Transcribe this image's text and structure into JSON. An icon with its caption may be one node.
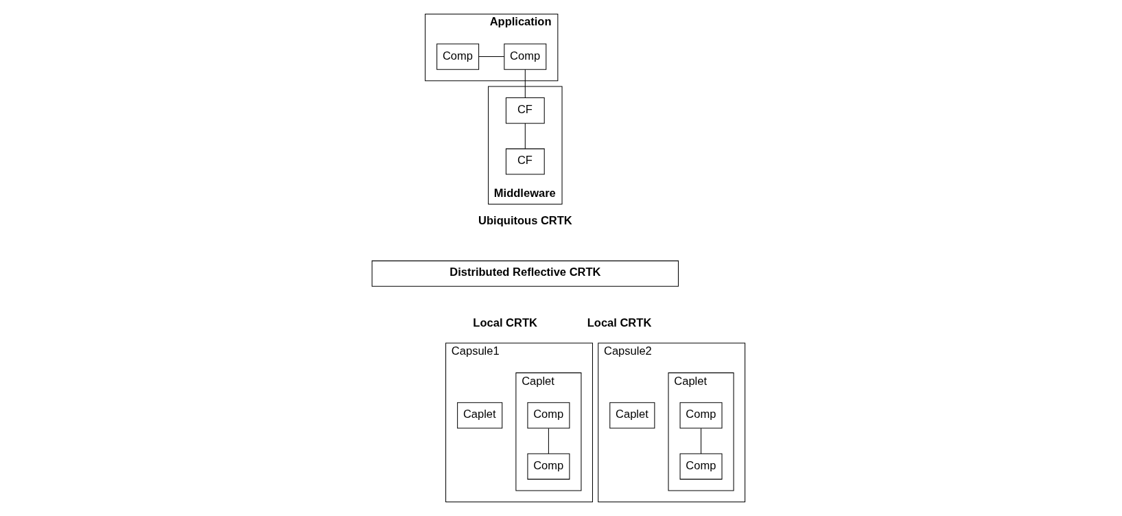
{
  "diagram": {
    "nodes": [
      {
        "text": [
          "Application"
        ]
      },
      {
        "text": [
          "Comp"
        ],
        "in": 0
      },
      {
        "text": [
          "Comp"
        ],
        "in": 0
      },
      {
        "text": [
          "Middleware"
        ]
      },
      {
        "text": [
          "CF"
        ],
        "in": 3
      },
      {
        "text": [
          "CF"
        ],
        "in": 3
      },
      {
        "text": [
          "Distributed Reflective CRTK"
        ]
      },
      {
        "text": [
          "Capsule1"
        ]
      },
      {
        "text": [
          "Caplet"
        ],
        "in": 7
      },
      {
        "text": [
          "Caplet"
        ],
        "in": 7
      },
      {
        "text": [
          "Comp"
        ],
        "in": 9
      },
      {
        "text": [
          "Comp"
        ],
        "in": 9
      },
      {
        "text": [
          "Capsule2"
        ]
      },
      {
        "text": [
          "Caplet"
        ],
        "in": 12
      },
      {
        "text": [
          "Caplet"
        ],
        "in": 12
      },
      {
        "text": [
          "Comp"
        ],
        "in": 14
      },
      {
        "text": [
          "Comp"
        ],
        "in": 14
      }
    ],
    "edges": [
      {
        "from": 1,
        "to": 2,
        "arrow": "none"
      },
      {
        "from": 2,
        "to": 4,
        "arrow": "none"
      },
      {
        "from": 4,
        "to": 5,
        "arrow": "none"
      },
      {
        "from": 10,
        "to": 11,
        "arrow": "none"
      },
      {
        "from": 15,
        "to": 16,
        "arrow": "none"
      }
    ],
    "labels": [
      "Ubiquitous CRTK",
      "Local CRTK",
      "Local CRTK"
    ]
  }
}
